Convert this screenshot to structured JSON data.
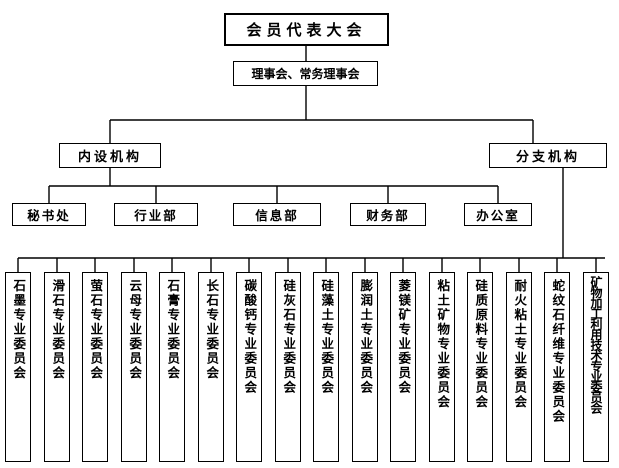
{
  "top": "会员代表大会",
  "council": "理事会、常务理事会",
  "internal": {
    "title": "内设机构",
    "departments": [
      "秘书处",
      "行业部",
      "信息部",
      "财务部",
      "办公室"
    ]
  },
  "branch": {
    "title": "分支机构",
    "committees": [
      "石墨专业委员会",
      "滑石专业委员会",
      "萤石专业委员会",
      "云母专业委员会",
      "石膏专业委员会",
      "长石专业委员会",
      "碳酸钙专业委员会",
      "硅灰石专业委员会",
      "硅藻土专业委员会",
      "膨润土专业委员会",
      "菱镁矿专业委员会",
      "粘土矿物专业委员会",
      "硅质原料专业委员会",
      "耐火粘土专业委员会",
      "蛇纹石纤维专业委员会",
      "矿物加工利用技术专业委员会"
    ]
  }
}
